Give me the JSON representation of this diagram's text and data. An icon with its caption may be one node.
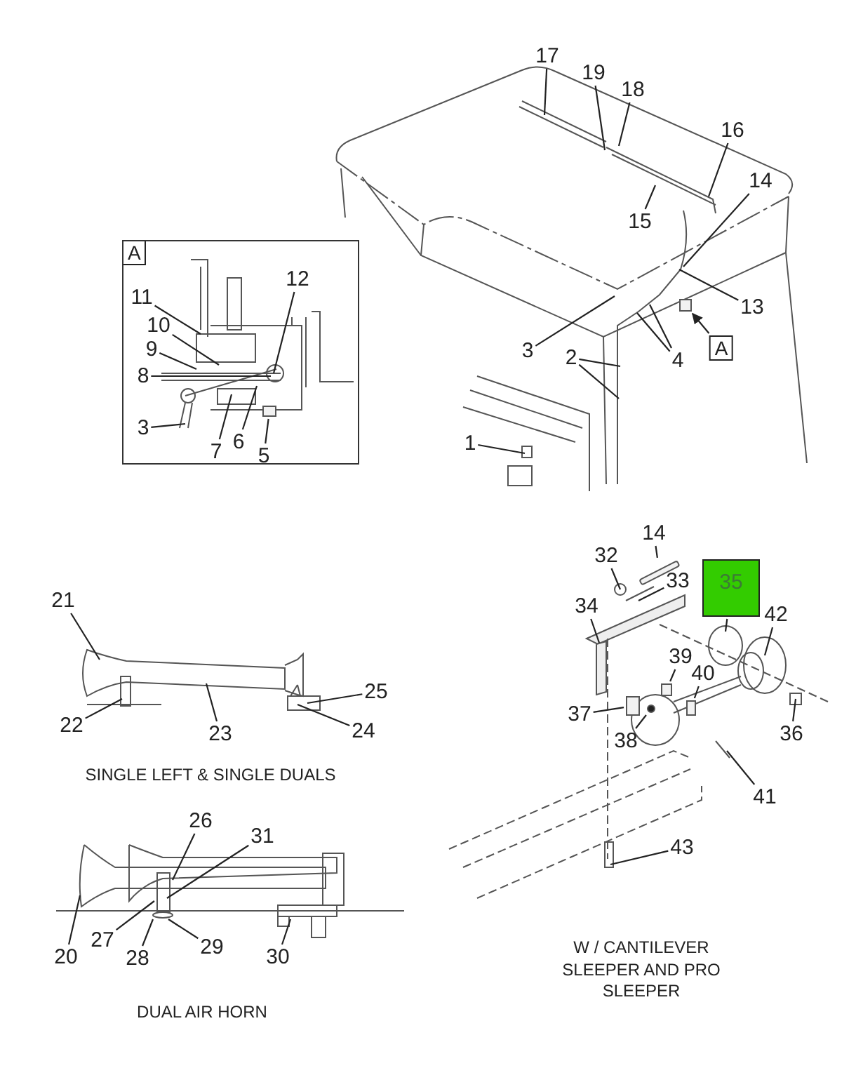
{
  "diagram": {
    "nodes": [
      {
        "text": [
          "17"
        ]
      },
      {
        "text": [
          "19"
        ]
      },
      {
        "text": [
          "18"
        ]
      },
      {
        "text": [
          "16"
        ]
      },
      {
        "text": [
          "14"
        ]
      },
      {
        "text": [
          "15"
        ]
      },
      {
        "text": [
          "13"
        ]
      },
      {
        "text": [
          "3"
        ]
      },
      {
        "text": [
          "4"
        ]
      },
      {
        "text": [
          "A"
        ]
      },
      {
        "text": [
          "2"
        ]
      },
      {
        "text": [
          "1"
        ]
      },
      {
        "text": [
          "A"
        ]
      },
      {
        "text": [
          "12"
        ],
        "in": 12
      },
      {
        "text": [
          "11"
        ],
        "in": 12
      },
      {
        "text": [
          "10"
        ],
        "in": 12
      },
      {
        "text": [
          "9"
        ],
        "in": 12
      },
      {
        "text": [
          "8"
        ],
        "in": 12
      },
      {
        "text": [
          "3"
        ],
        "in": 12
      },
      {
        "text": [
          "7"
        ],
        "in": 12
      },
      {
        "text": [
          "6"
        ],
        "in": 12
      },
      {
        "text": [
          "5"
        ],
        "in": 12
      },
      {
        "text": [
          "21"
        ]
      },
      {
        "text": [
          "22"
        ]
      },
      {
        "text": [
          "23"
        ]
      },
      {
        "text": [
          "25"
        ]
      },
      {
        "text": [
          "24"
        ]
      },
      {
        "text": [
          "26"
        ]
      },
      {
        "text": [
          "31"
        ]
      },
      {
        "text": [
          "20"
        ]
      },
      {
        "text": [
          "27"
        ]
      },
      {
        "text": [
          "28"
        ]
      },
      {
        "text": [
          "29"
        ]
      },
      {
        "text": [
          "30"
        ]
      },
      {
        "text": [
          "14"
        ]
      },
      {
        "text": [
          "32"
        ]
      },
      {
        "text": [
          "33"
        ]
      },
      {
        "text": [
          "34"
        ]
      },
      {
        "text": [
          "35"
        ]
      },
      {
        "text": [
          "42"
        ]
      },
      {
        "text": [
          "39"
        ]
      },
      {
        "text": [
          "40"
        ]
      },
      {
        "text": [
          "37"
        ]
      },
      {
        "text": [
          "38"
        ]
      },
      {
        "text": [
          "36"
        ]
      },
      {
        "text": [
          "41"
        ]
      },
      {
        "text": [
          "43"
        ]
      },
      {
        "text": [],
        "shape": "box"
      },
      {
        "text": [],
        "shape": "box",
        "in": 12
      },
      {
        "text": [],
        "shape": "bar"
      },
      {
        "text": [],
        "shape": "box"
      },
      {
        "text": [],
        "shape": "circle"
      },
      {
        "text": [],
        "shape": "box"
      },
      {
        "text": [],
        "shape": "box"
      }
    ],
    "edges": [
      {
        "from": 0,
        "to": null,
        "arrow": "none"
      },
      {
        "from": 1,
        "to": null,
        "arrow": "none"
      },
      {
        "from": 2,
        "to": null,
        "arrow": "none"
      },
      {
        "from": 3,
        "to": null,
        "arrow": "none"
      },
      {
        "from": 4,
        "to": null,
        "arrow": "none"
      },
      {
        "from": 5,
        "to": null,
        "arrow": "none"
      },
      {
        "from": 6,
        "to": null,
        "arrow": "none"
      },
      {
        "from": 7,
        "to": null,
        "arrow": "none"
      },
      {
        "from": 8,
        "to": null,
        "arrow": "none"
      },
      {
        "from": 8,
        "to": null,
        "arrow": "none"
      },
      {
        "from": 9,
        "to": 47,
        "arrow": "to"
      },
      {
        "from": 10,
        "to": null,
        "arrow": "none"
      },
      {
        "from": 10,
        "to": null,
        "arrow": "none"
      },
      {
        "from": 11,
        "to": null,
        "arrow": "none"
      },
      {
        "from": 13,
        "to": null,
        "arrow": "none"
      },
      {
        "from": 14,
        "to": null,
        "arrow": "none"
      },
      {
        "from": 15,
        "to": null,
        "arrow": "none"
      },
      {
        "from": 16,
        "to": null,
        "arrow": "none"
      },
      {
        "from": 17,
        "to": null,
        "arrow": "none"
      },
      {
        "from": 18,
        "to": null,
        "arrow": "none"
      },
      {
        "from": 19,
        "to": null,
        "arrow": "none"
      },
      {
        "from": 20,
        "to": null,
        "arrow": "none"
      },
      {
        "from": 21,
        "to": 48,
        "arrow": "none"
      },
      {
        "from": 22,
        "to": null,
        "arrow": "none"
      },
      {
        "from": 23,
        "to": null,
        "arrow": "none"
      },
      {
        "from": 24,
        "to": null,
        "arrow": "none"
      },
      {
        "from": 25,
        "to": null,
        "arrow": "none"
      },
      {
        "from": 26,
        "to": null,
        "arrow": "none"
      },
      {
        "from": 27,
        "to": null,
        "arrow": "none"
      },
      {
        "from": 28,
        "to": null,
        "arrow": "none"
      },
      {
        "from": 29,
        "to": null,
        "arrow": "none"
      },
      {
        "from": 30,
        "to": null,
        "arrow": "none"
      },
      {
        "from": 31,
        "to": null,
        "arrow": "none"
      },
      {
        "from": 32,
        "to": null,
        "arrow": "none"
      },
      {
        "from": 33,
        "to": null,
        "arrow": "none"
      },
      {
        "from": 34,
        "to": 49,
        "arrow": "none"
      },
      {
        "from": 35,
        "to": null,
        "arrow": "none"
      },
      {
        "from": 36,
        "to": null,
        "arrow": "none"
      },
      {
        "from": 37,
        "to": null,
        "arrow": "none"
      },
      {
        "from": 38,
        "to": null,
        "arrow": "none"
      },
      {
        "from": 39,
        "to": null,
        "arrow": "none"
      },
      {
        "from": 40,
        "to": 52,
        "arrow": "none"
      },
      {
        "from": 41,
        "to": 53,
        "arrow": "none"
      },
      {
        "from": 42,
        "to": 50,
        "arrow": "none"
      },
      {
        "from": 43,
        "to": 51,
        "arrow": "none"
      },
      {
        "from": 44,
        "to": null,
        "arrow": "none"
      },
      {
        "from": 45,
        "to": null,
        "arrow": "none"
      },
      {
        "from": 46,
        "to": null,
        "arrow": "none"
      }
    ],
    "labels": [
      "SINGLE LEFT & SINGLE DUALS",
      "DUAL AIR HORN",
      "W / CANTILEVER SLEEPER AND PRO SLEEPER"
    ]
  }
}
